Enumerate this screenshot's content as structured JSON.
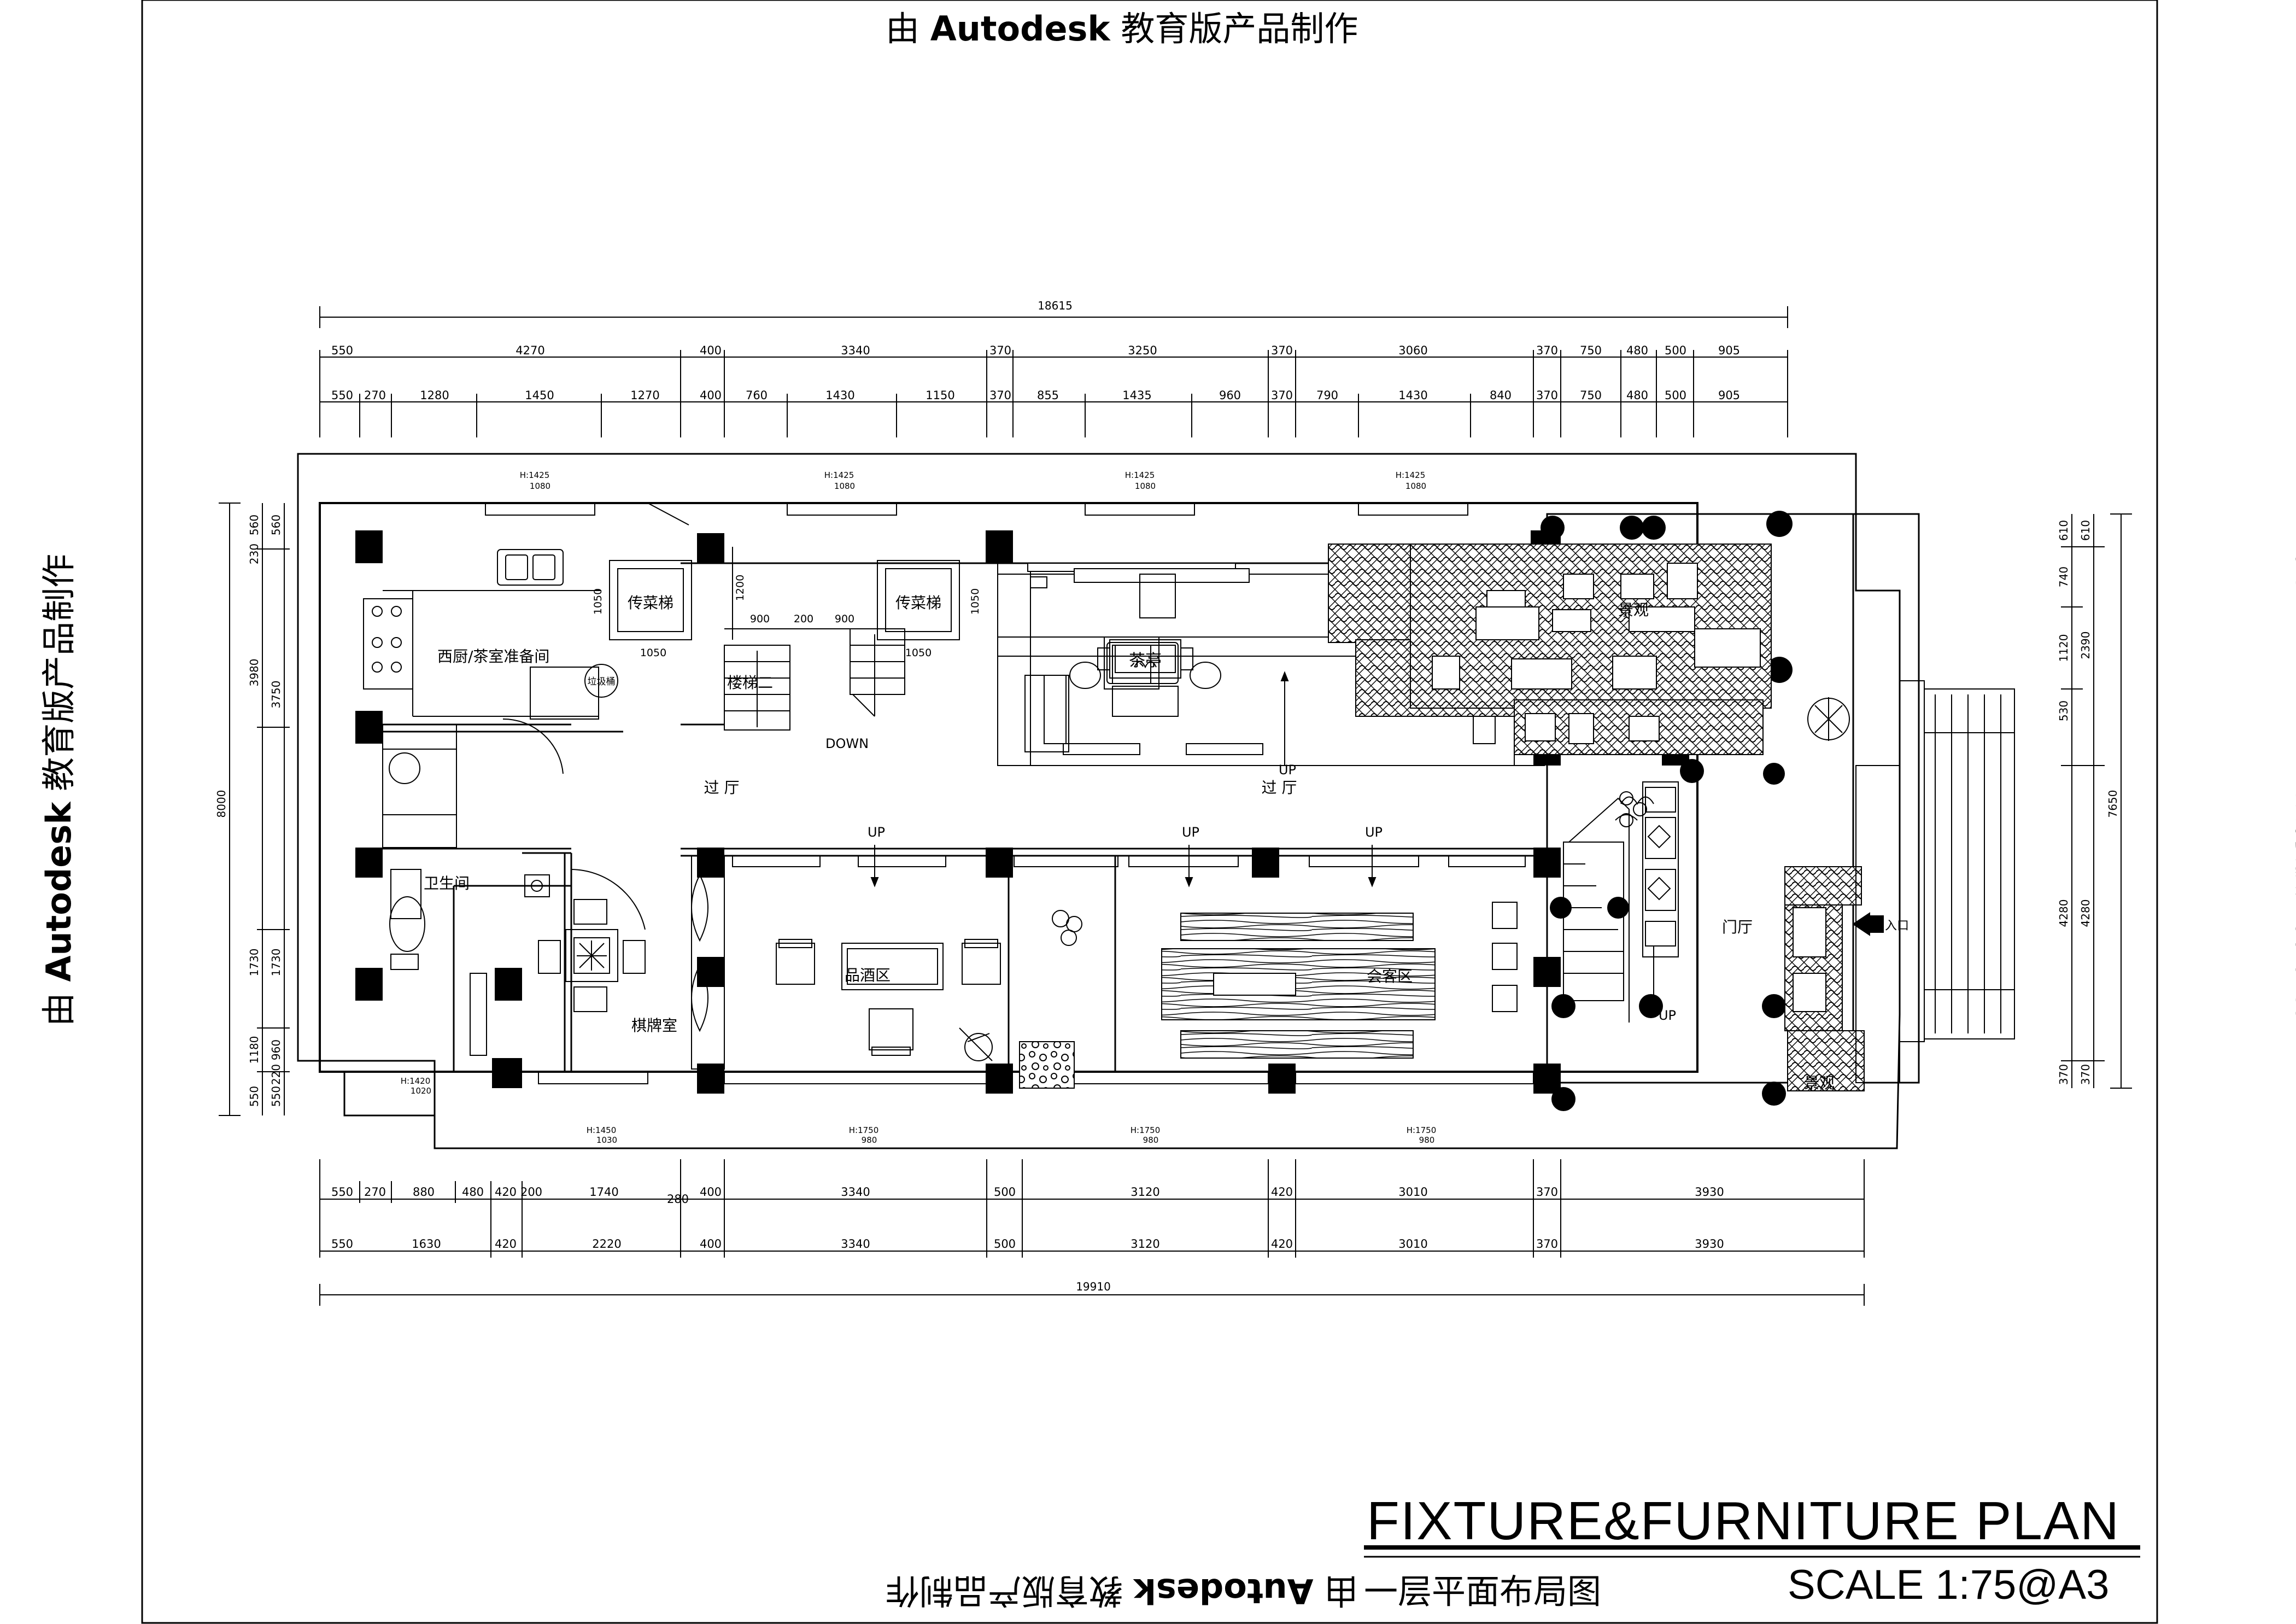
{
  "watermark": {
    "prefix": "由 ",
    "brand": "Autodesk",
    "suffix": " 教育版产品制作"
  },
  "title": {
    "main": "FIXTURE&FURNITURE PLAN",
    "sub": "一层平面布局图",
    "scale": "SCALE  1:75@A3"
  },
  "rooms": {
    "kitchen": "西厨/茶室准备间",
    "dumbwaiter": "传菜梯",
    "stair2": "楼梯二",
    "down": "DOWN",
    "garbage": "垃圾桶",
    "tea_pavilion": "茶亭",
    "hall": "过 厅",
    "toilet": "卫生间",
    "chess": "棋牌室",
    "wine": "品酒区",
    "meeting": "会客区",
    "foyer": "门厅",
    "landscape": "景观",
    "entrance": "入口",
    "up": "UP"
  },
  "dimensions": {
    "top_total": "18615",
    "top_row1": [
      "550",
      "4270",
      "400",
      "3340",
      "370",
      "3250",
      "370",
      "3060",
      "370",
      "750",
      "480",
      "500",
      "905"
    ],
    "top_row2": [
      "550",
      "270",
      "1280",
      "1450",
      "1270",
      "400",
      "760",
      "1430",
      "1150",
      "370",
      "855",
      "1435",
      "960",
      "370",
      "790",
      "1430",
      "840",
      "370",
      "750",
      "480",
      "500",
      "905"
    ],
    "bottom_row1": [
      "550",
      "270",
      "880",
      "480",
      "420",
      "200",
      "1740",
      "280",
      "400",
      "3340",
      "500",
      "3120",
      "420",
      "3010",
      "370",
      "3930"
    ],
    "bottom_row2": [
      "550",
      "1630",
      "420",
      "2220",
      "400",
      "3340",
      "500",
      "3120",
      "420",
      "3010",
      "370",
      "3930"
    ],
    "bottom_total": "19910",
    "left_outer": [
      "560",
      "230",
      "3980",
      "1730",
      "1180",
      "550"
    ],
    "left_inner": [
      "560",
      "3750",
      "1730",
      "960",
      "220",
      "550"
    ],
    "left_total": "8000",
    "right_inner": [
      "610",
      "740",
      "1120",
      "530",
      "4280",
      "370"
    ],
    "right_outer": [
      "610",
      "2390",
      "4280",
      "370"
    ],
    "right_total": "7650",
    "stair": [
      "900",
      "200",
      "900",
      "1200"
    ],
    "lift": [
      "1050",
      "1050",
      "1050",
      "1050"
    ],
    "win_top_h": "H:1425",
    "win_top_w": "1080",
    "win_bottom_left_h": "H:1420",
    "win_bottom_left_w": "1020",
    "win_bottom_chess_h": "H:1450",
    "win_bottom_chess_w": "1030",
    "win_bottom_h": "H:1750",
    "win_bottom_w": "980"
  }
}
